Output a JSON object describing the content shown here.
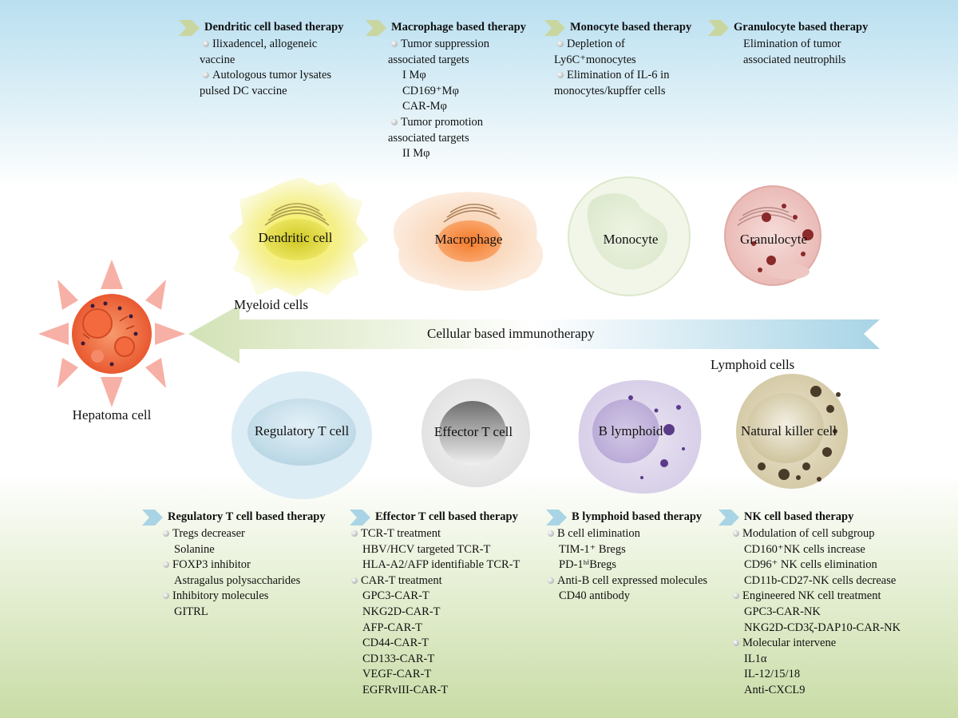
{
  "top_columns": [
    {
      "heading": "Dendritic cell based therapy",
      "lines": [
        {
          "text": "Ilixadencel, allogeneic",
          "style": "b"
        },
        {
          "text": "vaccine",
          "style": "cont"
        },
        {
          "text": "Autologous tumor lysates",
          "style": "b"
        },
        {
          "text": "pulsed DC vaccine",
          "style": "cont"
        }
      ]
    },
    {
      "heading": "Macrophage based therapy",
      "lines": [
        {
          "text": "Tumor suppression",
          "style": "b"
        },
        {
          "text": "associated targets",
          "style": "cont"
        },
        {
          "text": "I Mφ",
          "style": "ind1"
        },
        {
          "text": "CD169⁺Mφ",
          "style": "ind1"
        },
        {
          "text": "CAR-Mφ",
          "style": "ind1"
        },
        {
          "text": "Tumor promotion",
          "style": "b"
        },
        {
          "text": "associated targets",
          "style": "cont"
        },
        {
          "text": "II Mφ",
          "style": "ind1"
        }
      ]
    },
    {
      "heading": "Monocyte based therapy",
      "lines": [
        {
          "text": "Depletion of",
          "style": "b"
        },
        {
          "text": "Ly6C⁺monocytes",
          "style": "cont"
        },
        {
          "text": "Elimination of IL-6 in",
          "style": "b"
        },
        {
          "text": "monocytes/kupffer cells",
          "style": "cont"
        }
      ]
    },
    {
      "heading": "Granulocyte based therapy",
      "lines": [
        {
          "text": "Elimination of tumor",
          "style": "ind1"
        },
        {
          "text": "associated neutrophils",
          "style": "ind1"
        }
      ]
    }
  ],
  "bottom_columns": [
    {
      "heading": "Regulatory T cell based therapy",
      "lines": [
        {
          "text": "Tregs decreaser",
          "style": "b"
        },
        {
          "text": "Solanine",
          "style": "ind1"
        },
        {
          "text": "FOXP3 inhibitor",
          "style": "b"
        },
        {
          "text": "Astragalus polysaccharides",
          "style": "ind1"
        },
        {
          "text": "Inhibitory molecules",
          "style": "b"
        },
        {
          "text": "GITRL",
          "style": "ind1"
        }
      ]
    },
    {
      "heading": "Effector T cell based therapy",
      "lines": [
        {
          "text": "TCR-T treatment",
          "style": "b"
        },
        {
          "text": "HBV/HCV targeted TCR-T",
          "style": "ind1"
        },
        {
          "text": "HLA-A2/AFP identifiable TCR-T",
          "style": "ind1"
        },
        {
          "text": "CAR-T treatment",
          "style": "b"
        },
        {
          "text": "GPC3-CAR-T",
          "style": "ind1"
        },
        {
          "text": "NKG2D-CAR-T",
          "style": "ind1"
        },
        {
          "text": "AFP-CAR-T",
          "style": "ind1"
        },
        {
          "text": "CD44-CAR-T",
          "style": "ind1"
        },
        {
          "text": "CD133-CAR-T",
          "style": "ind1"
        },
        {
          "text": "VEGF-CAR-T",
          "style": "ind1"
        },
        {
          "text": "EGFRvIII-CAR-T",
          "style": "ind1"
        }
      ]
    },
    {
      "heading": "B lymphoid based therapy",
      "lines": [
        {
          "text": "B cell elimination",
          "style": "b"
        },
        {
          "text": "TIM-1⁺ Bregs",
          "style": "ind1"
        },
        {
          "text": "PD-1ʰⁱBregs",
          "style": "ind1"
        },
        {
          "text": "Anti-B cell expressed molecules",
          "style": "b"
        },
        {
          "text": "CD40 antibody",
          "style": "ind1"
        }
      ]
    },
    {
      "heading": "NK cell based therapy",
      "lines": [
        {
          "text": "Modulation of cell subgroup",
          "style": "b"
        },
        {
          "text": "CD160⁺NK cells increase",
          "style": "ind1"
        },
        {
          "text": "CD96⁺ NK cells elimination",
          "style": "ind1"
        },
        {
          "text": "CD11b-CD27-NK cells decrease",
          "style": "ind1"
        },
        {
          "text": "Engineered NK cell treatment",
          "style": "b"
        },
        {
          "text": "GPC3-CAR-NK",
          "style": "ind1"
        },
        {
          "text": "NKG2D-CD3ζ-DAP10-CAR-NK",
          "style": "ind1"
        },
        {
          "text": "Molecular intervene",
          "style": "b"
        },
        {
          "text": "IL1α",
          "style": "ind1"
        },
        {
          "text": "IL-12/15/18",
          "style": "ind1"
        },
        {
          "text": "Anti-CXCL9",
          "style": "ind1"
        }
      ]
    }
  ],
  "cells": {
    "dendritic": "Dendritic cell",
    "macrophage": "Macrophage",
    "monocyte": "Monocyte",
    "granulocyte": "Granulocyte",
    "treg": "Regulatory T cell",
    "effector": "Effector T cell",
    "blymph": "B lymphoid",
    "nk": "Natural killer cell",
    "hepatoma": "Hepatoma cell"
  },
  "labels": {
    "myeloid": "Myeloid cells",
    "lymphoid": "Lymphoid cells",
    "arrow": "Cellular based immunotherapy"
  },
  "colors": {
    "top_chevron": "#c9d6a0",
    "bottom_chevron": "#a9d4e6",
    "arrow_left": "#cfe0b0",
    "arrow_right": "#a9d4e6"
  }
}
